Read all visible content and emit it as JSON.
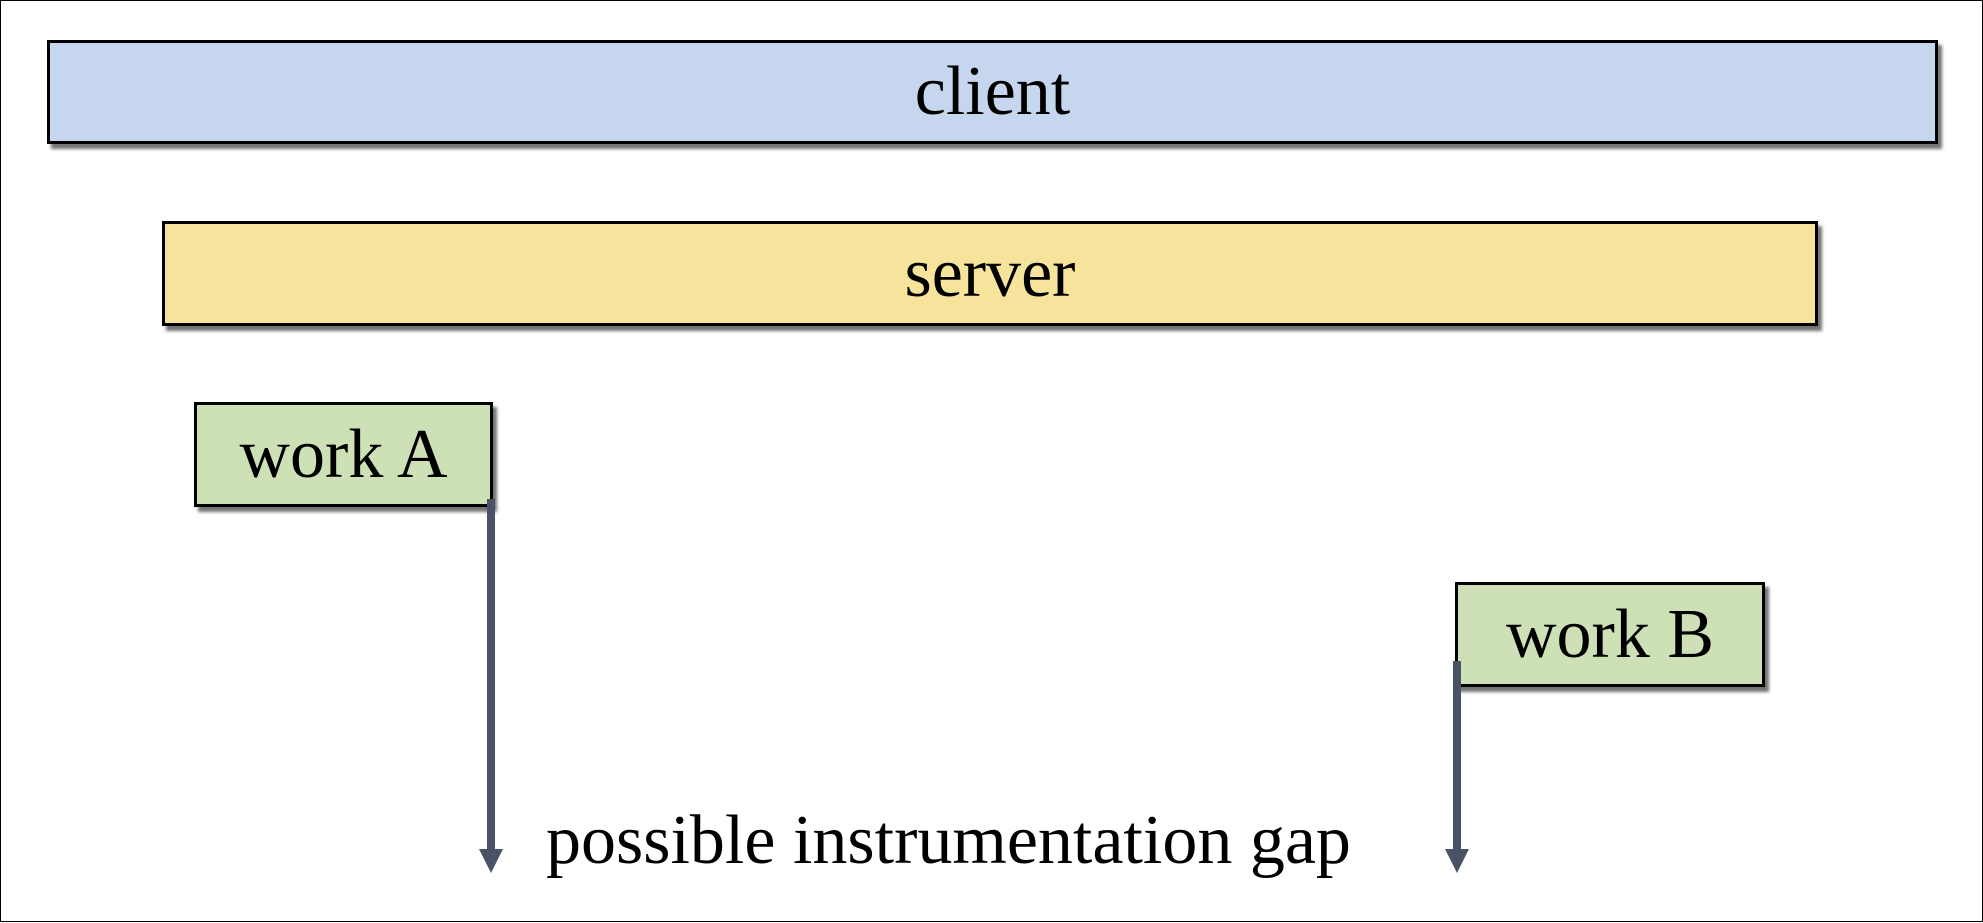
{
  "diagram": {
    "boxes": {
      "client": {
        "label": "client",
        "color": "#c5d6ee"
      },
      "server": {
        "label": "server",
        "color": "#f6e49c"
      },
      "work_a": {
        "label": "work A",
        "color": "#cde0b6"
      },
      "work_b": {
        "label": "work B",
        "color": "#cde0b6"
      }
    },
    "arrow_color": "#4a5265",
    "gap_label": "possible instrumentation gap"
  }
}
